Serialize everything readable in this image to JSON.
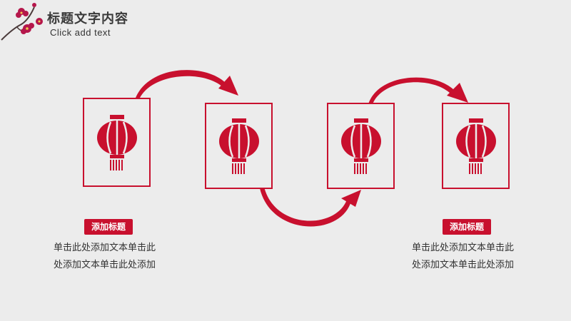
{
  "header": {
    "title": "标题文字内容",
    "subtitle": "Click add text",
    "decoration_icon": "plum-blossom-icon"
  },
  "colors": {
    "accent": "#c8102e",
    "background": "#ececec",
    "text": "#333333"
  },
  "steps": [
    {
      "icon": "lantern-icon"
    },
    {
      "icon": "lantern-icon"
    },
    {
      "icon": "lantern-icon"
    },
    {
      "icon": "lantern-icon"
    }
  ],
  "captions": [
    {
      "badge": "添加标题",
      "line1": "单击此处添加文本单击此",
      "line2": "处添加文本单击此处添加"
    },
    {
      "badge": "添加标题",
      "line1": "单击此处添加文本单击此",
      "line2": "处添加文本单击此处添加"
    }
  ]
}
